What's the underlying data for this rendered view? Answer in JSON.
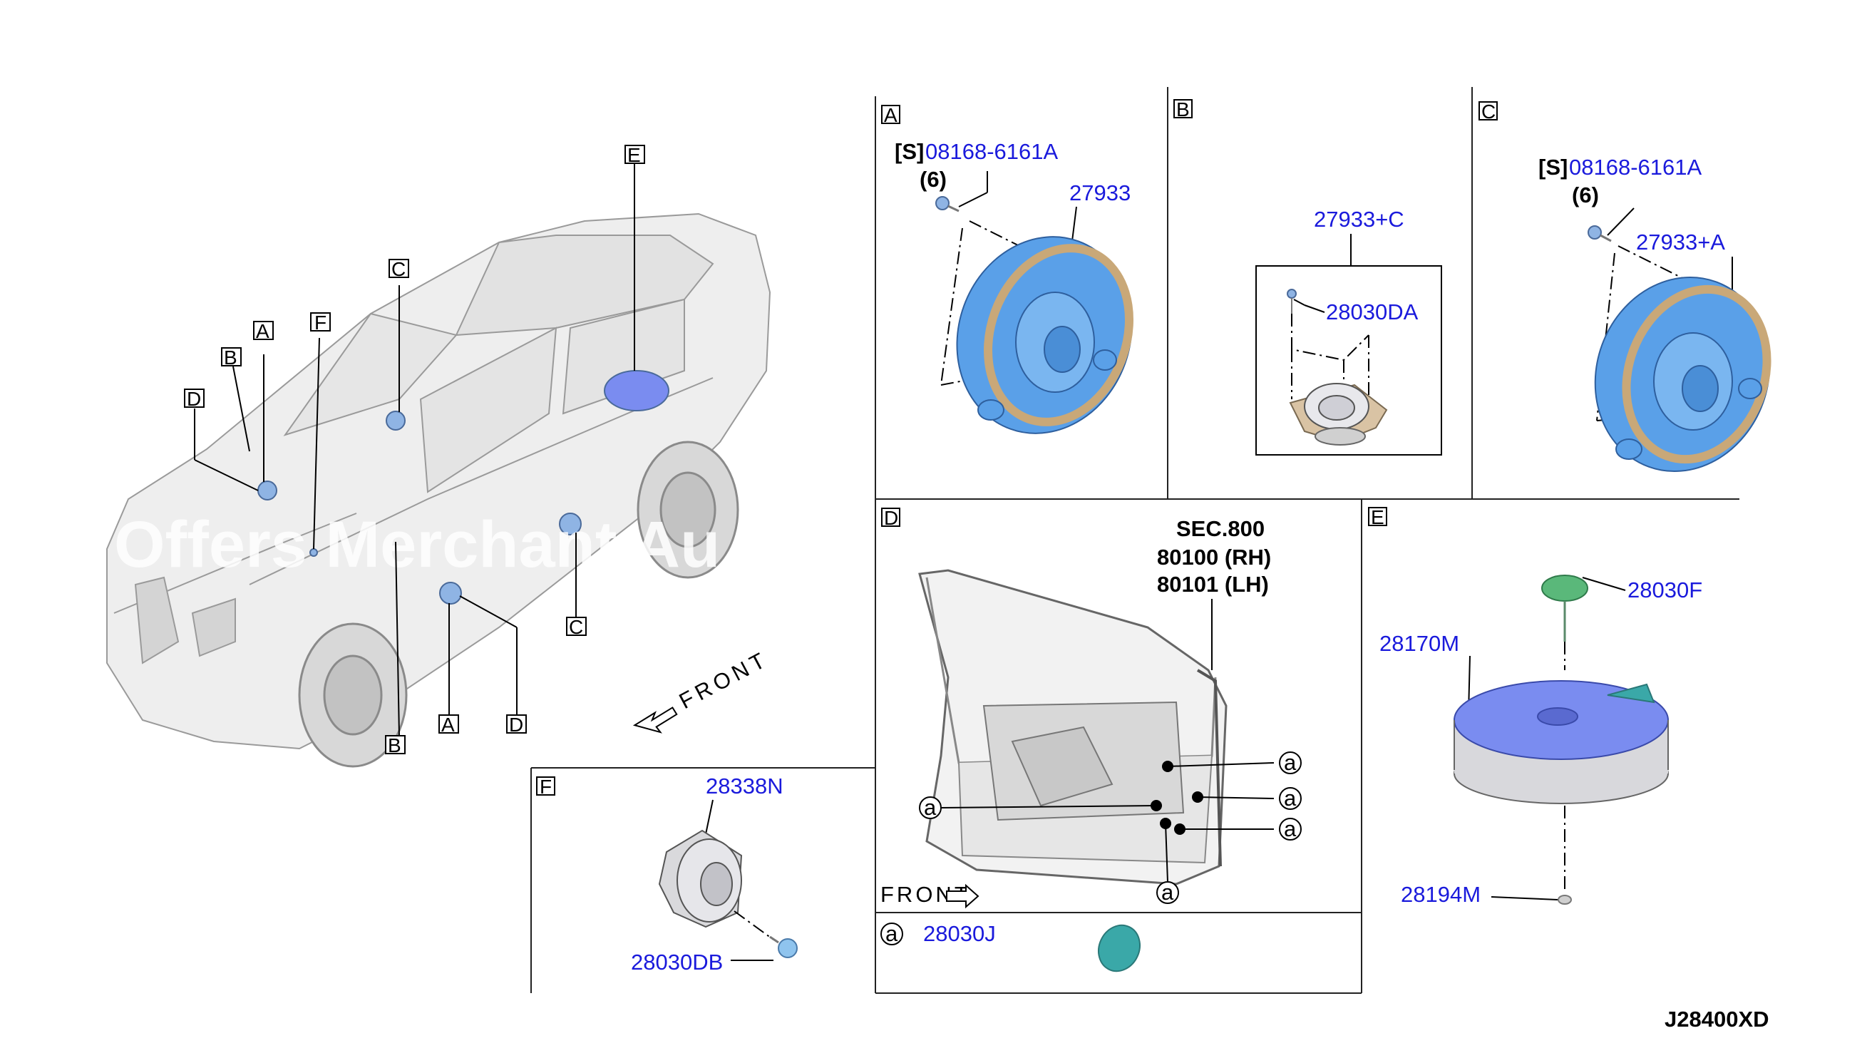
{
  "watermark": "Offers Merchant Au",
  "overview": {
    "callouts": [
      "A",
      "B",
      "C",
      "D",
      "E",
      "F",
      "C",
      "B",
      "A",
      "D"
    ],
    "front_label": "FRONT"
  },
  "panel_a": {
    "letter": "A",
    "screw_prefix": "[S]",
    "screw_part": "08168-6161A",
    "screw_qty": "(6)",
    "speaker_part": "27933"
  },
  "panel_b": {
    "letter": "B",
    "assembly_part": "27933+C",
    "clip_part": "28030DA"
  },
  "panel_c": {
    "letter": "C",
    "screw_prefix": "[S]",
    "screw_part": "08168-6161A",
    "screw_qty": "(6)",
    "speaker_part": "27933+A"
  },
  "panel_d": {
    "letter": "D",
    "sec_ref": "SEC.800",
    "rh_ref": "80100 (RH)",
    "lh_ref": "80101 (LH)",
    "clip_marker": "a",
    "front_label": "FRONT",
    "legend_marker": "a",
    "legend_part": "28030J"
  },
  "panel_e": {
    "letter": "E",
    "clip_part": "28030F",
    "subwoofer_part": "28170M",
    "bolt_part": "28194M"
  },
  "panel_f": {
    "letter": "F",
    "tweeter_part": "28338N",
    "clip_part": "28030DB"
  },
  "diagram_code": "J28400XD",
  "colors": {
    "part_number": "#1a1adc",
    "speaker_blue": "#5aa0e8",
    "speaker_ring": "#c9a878",
    "subwoofer": "#7a8cf0",
    "clip_teal": "#3aa8a8",
    "clip_green": "#5ab87a"
  }
}
